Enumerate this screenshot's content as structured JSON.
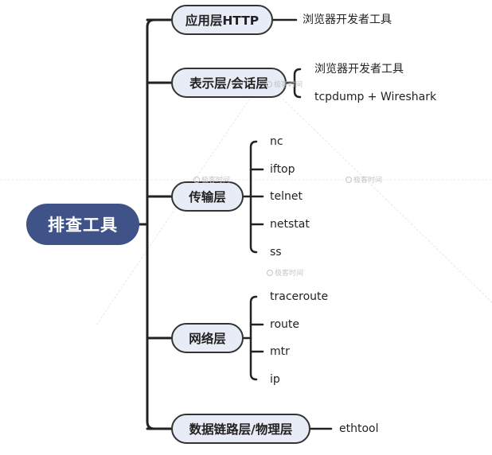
{
  "root": {
    "label": "排查工具"
  },
  "branches": [
    {
      "label": "应用层HTTP",
      "leaves": [
        "浏览器开发者工具"
      ]
    },
    {
      "label": "表示层/会话层",
      "leaves": [
        "浏览器开发者工具",
        "tcpdump + Wireshark"
      ]
    },
    {
      "label": "传输层",
      "leaves": [
        "nc",
        "iftop",
        "telnet",
        "netstat",
        "ss"
      ]
    },
    {
      "label": "网络层",
      "leaves": [
        "traceroute",
        "route",
        "mtr",
        "ip"
      ]
    },
    {
      "label": "数据链路层/物理层",
      "leaves": [
        "ethtool"
      ]
    }
  ],
  "watermark": {
    "text": "极客时间"
  },
  "colors": {
    "root_fill": "#3f5388",
    "branch_fill": "#e8ecf7",
    "line": "#222222"
  }
}
